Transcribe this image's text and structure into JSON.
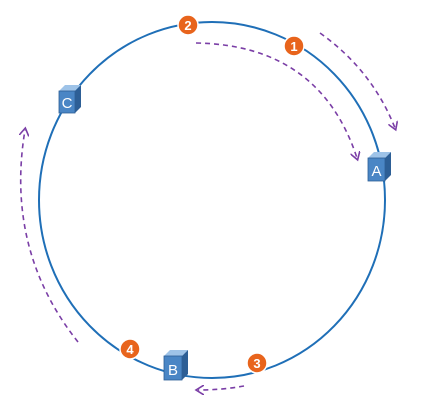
{
  "diagram": {
    "colors": {
      "ring": "#1f6fb7",
      "key_fill": "#e8641c",
      "key_stroke": "#ffffff",
      "server_front": "#4a86c5",
      "server_side": "#2d5f96",
      "server_top": "#9ec3e8",
      "arrow": "#7a3ea6"
    },
    "servers": [
      {
        "label": "A"
      },
      {
        "label": "B"
      },
      {
        "label": "C"
      }
    ],
    "keys": [
      {
        "label": "1"
      },
      {
        "label": "2"
      },
      {
        "label": "3"
      },
      {
        "label": "4"
      }
    ]
  }
}
